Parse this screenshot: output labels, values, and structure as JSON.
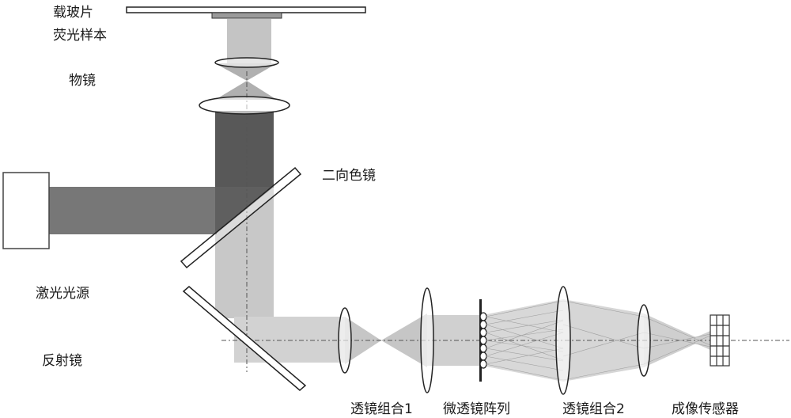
{
  "labels": {
    "slide": "载玻片",
    "sample": "荧光样本",
    "objective": "物镜",
    "dichroic": "二向色镜",
    "laser": "激光光源",
    "mirror": "反射镜",
    "lens_group_1": "透镜组合1",
    "microlens_array": "微透镜阵列",
    "lens_group_2": "透镜组合2",
    "image_sensor": "成像传感器"
  },
  "colors": {
    "excitation_beam": "#777777",
    "emission_beam": "#c8c8c8",
    "objective_beam": "#585858",
    "optic_outline": "#222222",
    "axis_line": "#555555"
  }
}
